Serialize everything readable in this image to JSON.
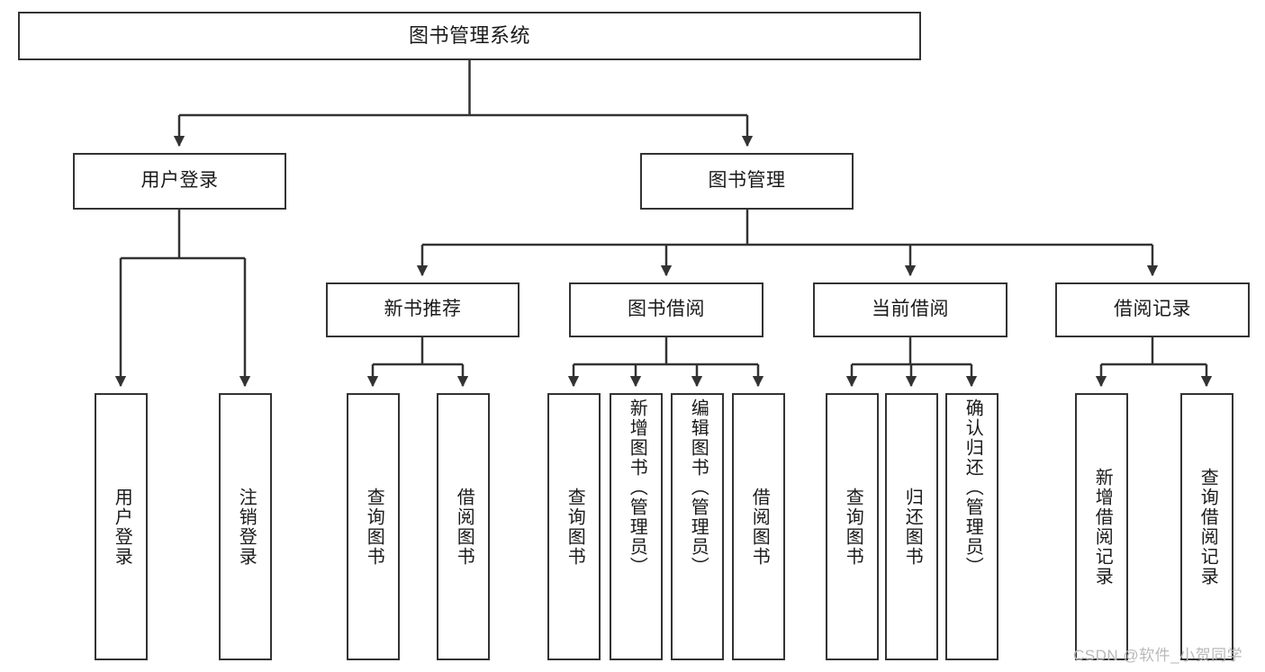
{
  "diagram": {
    "title": "图书管理系统",
    "watermark": "CSDN @软件_小贺同学",
    "colors": {
      "stroke": "#333333",
      "fill": "#ffffff",
      "text": "#1a1a1a",
      "watermark": "#b9b9b9"
    },
    "nodes": {
      "root": "图书管理系统",
      "level2": {
        "user_login": "用户登录",
        "book_manage": "图书管理"
      },
      "level3": {
        "new_book_rec": "新书推荐",
        "book_borrow": "图书借阅",
        "current_borrow": "当前借阅",
        "borrow_record": "借阅记录"
      },
      "leaves": {
        "user_login_1": "用户登录",
        "user_login_2": "注销登录",
        "new_book_rec_1": "查询图书",
        "new_book_rec_2": "借阅图书",
        "book_borrow_1": "查询图书",
        "book_borrow_2": "新增图书（管理员）",
        "book_borrow_3": "编辑图书（管理员）",
        "book_borrow_4": "借阅图书",
        "current_borrow_1": "查询图书",
        "current_borrow_2": "归还图书",
        "current_borrow_3": "确认归还（管理员）",
        "borrow_record_1": "新增借阅记录",
        "borrow_record_2": "查询借阅记录"
      }
    }
  },
  "chart_data": {
    "type": "tree-diagram",
    "title": "图书管理系统",
    "orientation": "top-down",
    "levels": 4,
    "tree": {
      "name": "图书管理系统",
      "children": [
        {
          "name": "用户登录",
          "children": [
            {
              "name": "用户登录"
            },
            {
              "name": "注销登录"
            }
          ]
        },
        {
          "name": "图书管理",
          "children": [
            {
              "name": "新书推荐",
              "children": [
                {
                  "name": "查询图书"
                },
                {
                  "name": "借阅图书"
                }
              ]
            },
            {
              "name": "图书借阅",
              "children": [
                {
                  "name": "查询图书"
                },
                {
                  "name": "新增图书（管理员）"
                },
                {
                  "name": "编辑图书（管理员）"
                },
                {
                  "name": "借阅图书"
                }
              ]
            },
            {
              "name": "当前借阅",
              "children": [
                {
                  "name": "查询图书"
                },
                {
                  "name": "归还图书"
                },
                {
                  "name": "确认归还（管理员）"
                }
              ]
            },
            {
              "name": "借阅记录",
              "children": [
                {
                  "name": "新增借阅记录"
                },
                {
                  "name": "查询借阅记录"
                }
              ]
            }
          ]
        }
      ]
    }
  }
}
